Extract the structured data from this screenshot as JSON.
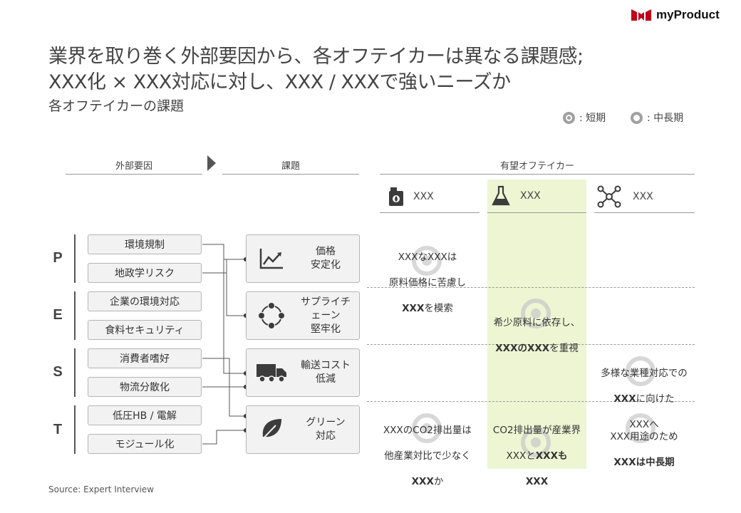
{
  "brand": {
    "name": "myProduct",
    "color": "#c0001a"
  },
  "title": {
    "line1": "業界を取り巻く外部要因から、各オフテイカーは異なる課題感;",
    "line2": "XXX化 × XXX対応に対し、XXX / XXXで強いニーズか",
    "subtitle": "各オフテイカーの課題"
  },
  "legend": {
    "short_term": ": 短期",
    "mid_long_term": ": 中長期"
  },
  "headers": {
    "external_factors": "外部要因",
    "issues": "課題",
    "offtakers": "有望オフテイカー"
  },
  "offtaker_columns": [
    {
      "label": "XXX",
      "icon": "fuel-can-icon"
    },
    {
      "label": "XXX",
      "icon": "flask-icon",
      "highlight_color": "#eef5d3"
    },
    {
      "label": "XXX",
      "icon": "molecule-icon"
    }
  ],
  "pest": [
    {
      "letter": "P",
      "factors": [
        "環境規制",
        "地政学リスク"
      ]
    },
    {
      "letter": "E",
      "factors": [
        "企業の環境対応",
        "食料セキュリティ"
      ]
    },
    {
      "letter": "S",
      "factors": [
        "消費者嗜好",
        "物流分散化"
      ]
    },
    {
      "letter": "T",
      "factors": [
        "低圧HB / 電解",
        "モジュール化"
      ]
    }
  ],
  "issues": [
    {
      "label": "価格\n安定化",
      "icon": "trend-chart-icon"
    },
    {
      "label": "サプライチェーン\n堅牢化",
      "icon": "supply-cycle-icon"
    },
    {
      "label": "輸送コスト\n低減",
      "icon": "truck-icon"
    },
    {
      "label": "グリーン\n対応",
      "icon": "leaf-icon"
    }
  ],
  "cells": {
    "p_col1": [
      {
        "text": "XXXなXXXは"
      },
      {
        "text": "原料価格に苦慮し"
      },
      {
        "text": "XXX",
        "bold": true
      },
      {
        "text": "を模索"
      }
    ],
    "e_col2": [
      {
        "text": "希少原料に依存し、"
      },
      {
        "text": "XXXのXXX",
        "bold": true
      },
      {
        "text": "を重視"
      }
    ],
    "s_col3": [
      {
        "text": "多様な業種対応での"
      },
      {
        "text": "XXX",
        "bold": true
      },
      {
        "text": "に向けた"
      },
      {
        "text": "XXXへ"
      }
    ],
    "t_col1": [
      {
        "text": "XXXのCO2排出量は"
      },
      {
        "text": "他産業対比で少なく"
      },
      {
        "text": "XXX",
        "bold": true
      },
      {
        "text": "か"
      }
    ],
    "t_col2": [
      {
        "text": "CO2排出量が産業界"
      },
      {
        "text": "XXXと"
      },
      {
        "text": "XXXも",
        "bold": true
      },
      {
        "text": "XXX",
        "bold": true
      }
    ],
    "t_col3": [
      {
        "text": "XXX用途のため"
      },
      {
        "text": "XXXは中長期",
        "bold": true
      }
    ]
  },
  "source": "Source: Expert Interview"
}
